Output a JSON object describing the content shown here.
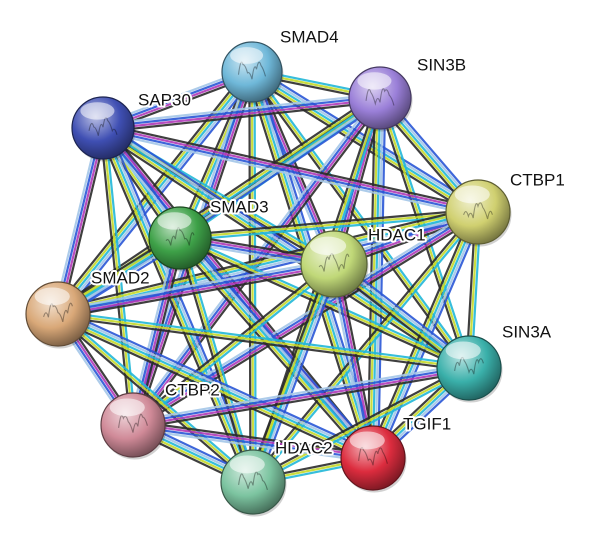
{
  "network": {
    "edge_colors": [
      "#22b8d8",
      "#c6d92a",
      "#2b2b2b",
      "#b13ab9",
      "#2a57d6",
      "#a5c7e8"
    ],
    "nodes": [
      {
        "id": "smad4",
        "label": "SMAD4",
        "color": "#6fb8d9"
      },
      {
        "id": "sin3b",
        "label": "SIN3B",
        "color": "#9a7fd8"
      },
      {
        "id": "sap30",
        "label": "SAP30",
        "color": "#3f4fb3"
      },
      {
        "id": "ctbp1",
        "label": "CTBP1",
        "color": "#d0d070"
      },
      {
        "id": "smad3",
        "label": "SMAD3",
        "color": "#3ea148"
      },
      {
        "id": "hdac1",
        "label": "HDAC1",
        "color": "#c0d878"
      },
      {
        "id": "smad2",
        "label": "SMAD2",
        "color": "#d9a878"
      },
      {
        "id": "sin3a",
        "label": "SIN3A",
        "color": "#3ab0aa"
      },
      {
        "id": "ctbp2",
        "label": "CTBP2",
        "color": "#d08a98"
      },
      {
        "id": "tgif1",
        "label": "TGIF1",
        "color": "#dc2c3e"
      },
      {
        "id": "hdac2",
        "label": "HDAC2",
        "color": "#7cc4a0"
      }
    ],
    "edges": [
      [
        "smad4",
        "sin3b"
      ],
      [
        "smad4",
        "sap30"
      ],
      [
        "smad4",
        "ctbp1"
      ],
      [
        "smad4",
        "smad3"
      ],
      [
        "smad4",
        "hdac1"
      ],
      [
        "smad4",
        "smad2"
      ],
      [
        "smad4",
        "sin3a"
      ],
      [
        "smad4",
        "ctbp2"
      ],
      [
        "smad4",
        "tgif1"
      ],
      [
        "smad4",
        "hdac2"
      ],
      [
        "sin3b",
        "sap30"
      ],
      [
        "sin3b",
        "ctbp1"
      ],
      [
        "sin3b",
        "smad3"
      ],
      [
        "sin3b",
        "hdac1"
      ],
      [
        "sin3b",
        "smad2"
      ],
      [
        "sin3b",
        "sin3a"
      ],
      [
        "sin3b",
        "ctbp2"
      ],
      [
        "sin3b",
        "tgif1"
      ],
      [
        "sin3b",
        "hdac2"
      ],
      [
        "sap30",
        "ctbp1"
      ],
      [
        "sap30",
        "smad3"
      ],
      [
        "sap30",
        "hdac1"
      ],
      [
        "sap30",
        "smad2"
      ],
      [
        "sap30",
        "sin3a"
      ],
      [
        "sap30",
        "ctbp2"
      ],
      [
        "sap30",
        "tgif1"
      ],
      [
        "sap30",
        "hdac2"
      ],
      [
        "ctbp1",
        "smad3"
      ],
      [
        "ctbp1",
        "hdac1"
      ],
      [
        "ctbp1",
        "smad2"
      ],
      [
        "ctbp1",
        "sin3a"
      ],
      [
        "ctbp1",
        "ctbp2"
      ],
      [
        "ctbp1",
        "tgif1"
      ],
      [
        "ctbp1",
        "hdac2"
      ],
      [
        "smad3",
        "hdac1"
      ],
      [
        "smad3",
        "smad2"
      ],
      [
        "smad3",
        "sin3a"
      ],
      [
        "smad3",
        "ctbp2"
      ],
      [
        "smad3",
        "tgif1"
      ],
      [
        "smad3",
        "hdac2"
      ],
      [
        "hdac1",
        "smad2"
      ],
      [
        "hdac1",
        "sin3a"
      ],
      [
        "hdac1",
        "ctbp2"
      ],
      [
        "hdac1",
        "tgif1"
      ],
      [
        "hdac1",
        "hdac2"
      ],
      [
        "smad2",
        "sin3a"
      ],
      [
        "smad2",
        "ctbp2"
      ],
      [
        "smad2",
        "tgif1"
      ],
      [
        "smad2",
        "hdac2"
      ],
      [
        "sin3a",
        "ctbp2"
      ],
      [
        "sin3a",
        "tgif1"
      ],
      [
        "sin3a",
        "hdac2"
      ],
      [
        "ctbp2",
        "tgif1"
      ],
      [
        "ctbp2",
        "hdac2"
      ],
      [
        "tgif1",
        "hdac2"
      ]
    ]
  }
}
